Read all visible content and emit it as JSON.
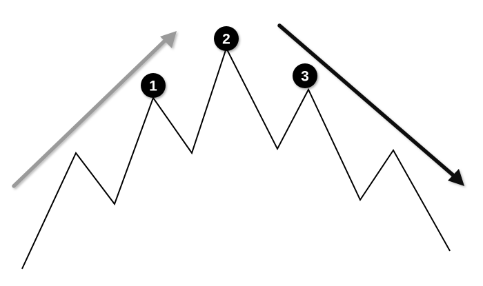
{
  "diagram": {
    "kind": "head-and-shoulders-pattern",
    "markers": [
      {
        "id": "marker-1",
        "label": "1",
        "role": "left-shoulder"
      },
      {
        "id": "marker-2",
        "label": "2",
        "role": "head"
      },
      {
        "id": "marker-3",
        "label": "3",
        "role": "right-shoulder"
      }
    ],
    "arrows": [
      {
        "id": "uptrend-arrow",
        "direction": "up",
        "color": "#9a9a9a"
      },
      {
        "id": "downtrend-arrow",
        "direction": "down",
        "color": "#111111"
      }
    ],
    "colors": {
      "background": "#ffffff",
      "price_line": "#000000",
      "marker_fill": "#000000",
      "marker_text": "#ffffff"
    }
  }
}
